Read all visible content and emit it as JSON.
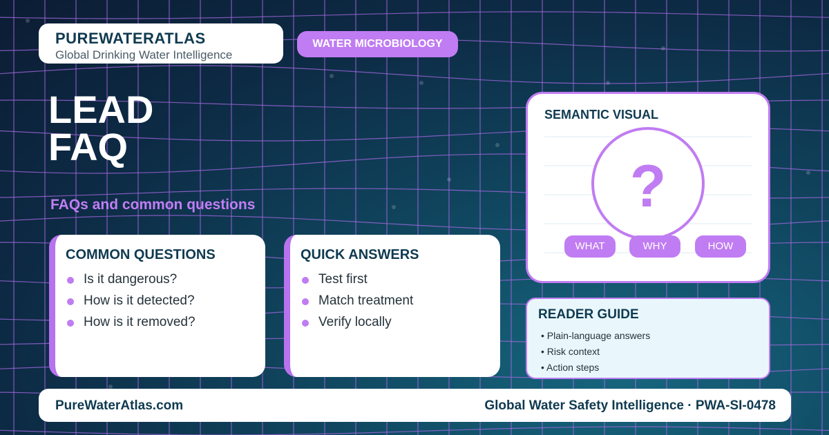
{
  "brand": {
    "name": "PUREWATERATLAS",
    "tagline": "Global Drinking Water Intelligence"
  },
  "category_pill": "WATER MICROBIOLOGY",
  "headline": {
    "line1": "LEAD",
    "line2": "FAQ"
  },
  "subtitle": "FAQs and common questions",
  "common_questions": {
    "title": "COMMON QUESTIONS",
    "items": [
      "Is it dangerous?",
      "How is it detected?",
      "How is it removed?"
    ]
  },
  "quick_answers": {
    "title": "QUICK ANSWERS",
    "items": [
      "Test first",
      "Match treatment",
      "Verify locally"
    ]
  },
  "semantic_visual": {
    "title": "SEMANTIC VISUAL",
    "symbol": "?",
    "chips": [
      "WHAT",
      "WHY",
      "HOW"
    ]
  },
  "reader_guide": {
    "title": "READER GUIDE",
    "items": [
      "• Plain-language answers",
      "• Risk context",
      "• Action steps"
    ]
  },
  "footer": {
    "site": "PureWaterAtlas.com",
    "tagline": "Global Water Safety Intelligence · PWA-SI-0478"
  },
  "colors": {
    "accent": "#c07cf2",
    "navy_text": "#0f3a50",
    "background_dark": "#0b1c33",
    "background_teal": "#17667f",
    "guide_background": "#e9f7fd"
  },
  "icons": {
    "semantic_visual": "question-circle-icon",
    "bullet": "dot-icon"
  }
}
